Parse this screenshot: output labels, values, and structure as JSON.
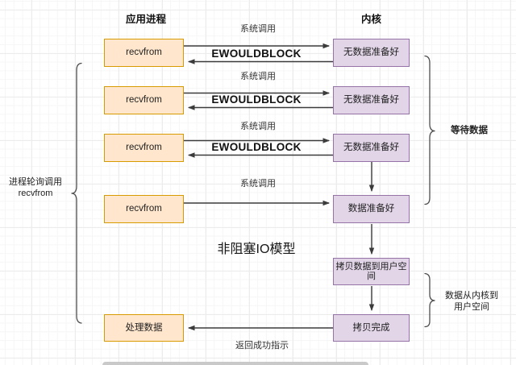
{
  "title": "非阻塞IO模型",
  "headers": {
    "left": "应用进程",
    "right": "内核"
  },
  "labels": {
    "syscall": "系统调用",
    "ewouldblock": "EWOULDBLOCK",
    "return_success": "返回成功指示"
  },
  "notes": {
    "poll_line1": "进程轮询调用",
    "poll_line2": "recvfrom",
    "wait_data": "等待数据",
    "copy_line1": "数据从内核到",
    "copy_line2": "用户空间"
  },
  "boxes": {
    "left": [
      "recvfrom",
      "recvfrom",
      "recvfrom",
      "recvfrom",
      "处理数据"
    ],
    "right": [
      "无数据准备好",
      "无数据准备好",
      "无数据准备好",
      "数据准备好",
      "拷贝数据到用户空间",
      "拷贝完成"
    ]
  },
  "icons": {
    "scrollbar_thumb": "horizontal-scrollbar-thumb"
  },
  "colors": {
    "canvas_bg": "#ffffff",
    "grid_minor": "#f6f6f6",
    "grid_major": "#ececec",
    "process_fill": "#FFE6CC",
    "process_stroke": "#D79B00",
    "kernel_fill": "#E1D5E7",
    "kernel_stroke": "#9673A6",
    "arrow": "#3b3b3b",
    "brace": "#4d4d4d",
    "text": "#1f1f1f",
    "scrollbar": "#c9c9c9"
  }
}
